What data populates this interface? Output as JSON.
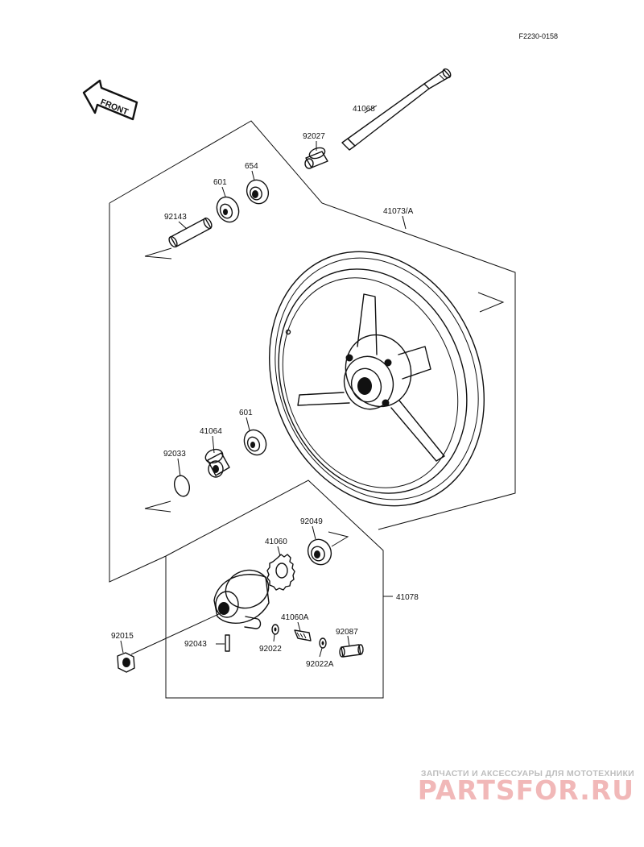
{
  "diagram_code": "F2230-0158",
  "front_arrow_label": "FRONT",
  "parts": {
    "axle": "41068",
    "collar_top": "92027",
    "bearing_654": "654",
    "bearing_601_top": "601",
    "spacer": "92143",
    "wheel": "41073/A",
    "bearing_601_bottom": "601",
    "gear_housing_collar": "41064",
    "circlip": "92033",
    "oil_seal": "92049",
    "drive_gear": "41060",
    "meter_gearbox": "41078",
    "nut": "92015",
    "pin": "92043",
    "washer": "92022",
    "pinion": "41060A",
    "bushing": "92087",
    "washer_a": "92022A"
  },
  "watermark": {
    "tagline": "ЗАПЧАСТИ И АКСЕССУАРЫ ДЛЯ МОТОТЕХНИКИ",
    "brand": "PARTSFOR.RU"
  }
}
